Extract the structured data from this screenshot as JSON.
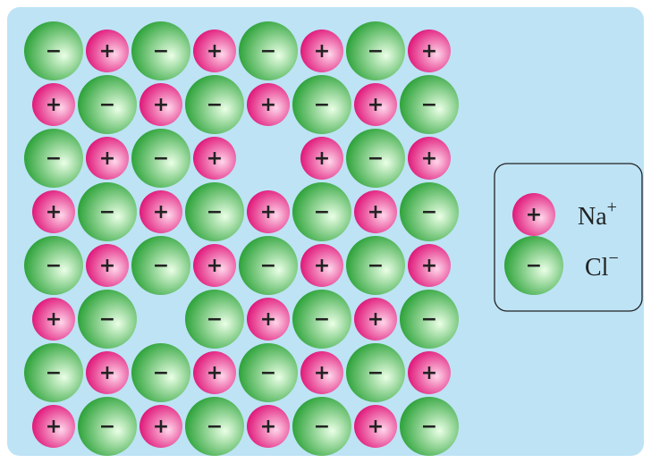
{
  "background_color": "#bde3f5",
  "lattice": {
    "rows": [
      [
        "Cl",
        "Na",
        "Cl",
        "Na",
        "Cl",
        "Na",
        "Cl",
        "Na"
      ],
      [
        "Na",
        "Cl",
        "Na",
        "Cl",
        "Na",
        "Cl",
        "Na",
        "Cl"
      ],
      [
        "Cl",
        "Na",
        "Cl",
        "Na",
        "",
        "Na",
        "Cl",
        "Na"
      ],
      [
        "Na",
        "Cl",
        "Na",
        "Cl",
        "Na",
        "Cl",
        "Na",
        "Cl"
      ],
      [
        "Cl",
        "Na",
        "Cl",
        "Na",
        "Cl",
        "Na",
        "Cl",
        "Na"
      ],
      [
        "Na",
        "Cl",
        "",
        "Cl",
        "Na",
        "Cl",
        "Na",
        "Cl"
      ],
      [
        "Cl",
        "Na",
        "Cl",
        "Na",
        "Cl",
        "Na",
        "Cl",
        "Na"
      ],
      [
        "Na",
        "Cl",
        "Na",
        "Cl",
        "Na",
        "Cl",
        "Na",
        "Cl"
      ]
    ]
  },
  "ions": {
    "Na": {
      "sign": "+",
      "color": "#e0187a",
      "highlight": "#ffd6ea"
    },
    "Cl": {
      "sign": "−",
      "color": "#2ea33a",
      "highlight": "#eaffe6"
    }
  },
  "legend": {
    "na_label": "Na",
    "na_charge": "+",
    "cl_label": "Cl",
    "cl_charge": "−"
  }
}
